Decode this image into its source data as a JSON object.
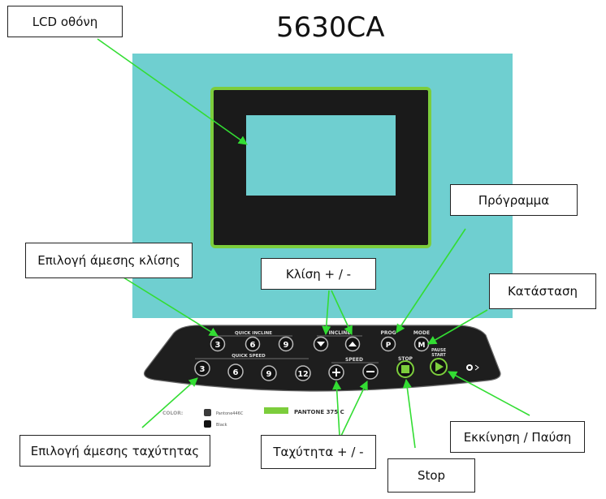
{
  "model": "5630CA",
  "callouts": {
    "lcd": "LCD οθόνη",
    "program": "Πρόγραμμα",
    "quick_incline": "Επιλογή άμεσης κλίσης",
    "incline": "Κλίση + / -",
    "mode": "Κατάσταση",
    "quick_speed": "Επιλογή άμεσης ταχύτητας",
    "speed": "Ταχύτητα + / -",
    "start_pause": "Εκκίνηση / Παύση",
    "stop": "Stop"
  },
  "console": {
    "quick_incline_label": "QUICK INCLINE",
    "incline_label": "INCLINE",
    "prog_label": "PROG",
    "mode_label": "MODE",
    "pause_label": "PAUSE",
    "start_label": "START",
    "quick_speed_label": "QUICK SPEED",
    "speed_label": "SPEED",
    "stop_label": "STOP",
    "quick_incline_buttons": [
      "3",
      "6",
      "9"
    ],
    "quick_speed_buttons": [
      "3",
      "6",
      "9",
      "12"
    ]
  },
  "legend": {
    "color_label": "COLOR:",
    "swatch1_label": "Pantone446C",
    "swatch2_label": "Black",
    "pantone_label": "PANTONE 375 C"
  },
  "colors": {
    "panel": "#6fcfd0",
    "lcd_border": "#7ccd3c",
    "console": "#1e1e1e",
    "arrow": "#33dd33",
    "pantone": "#7ccd3c"
  }
}
